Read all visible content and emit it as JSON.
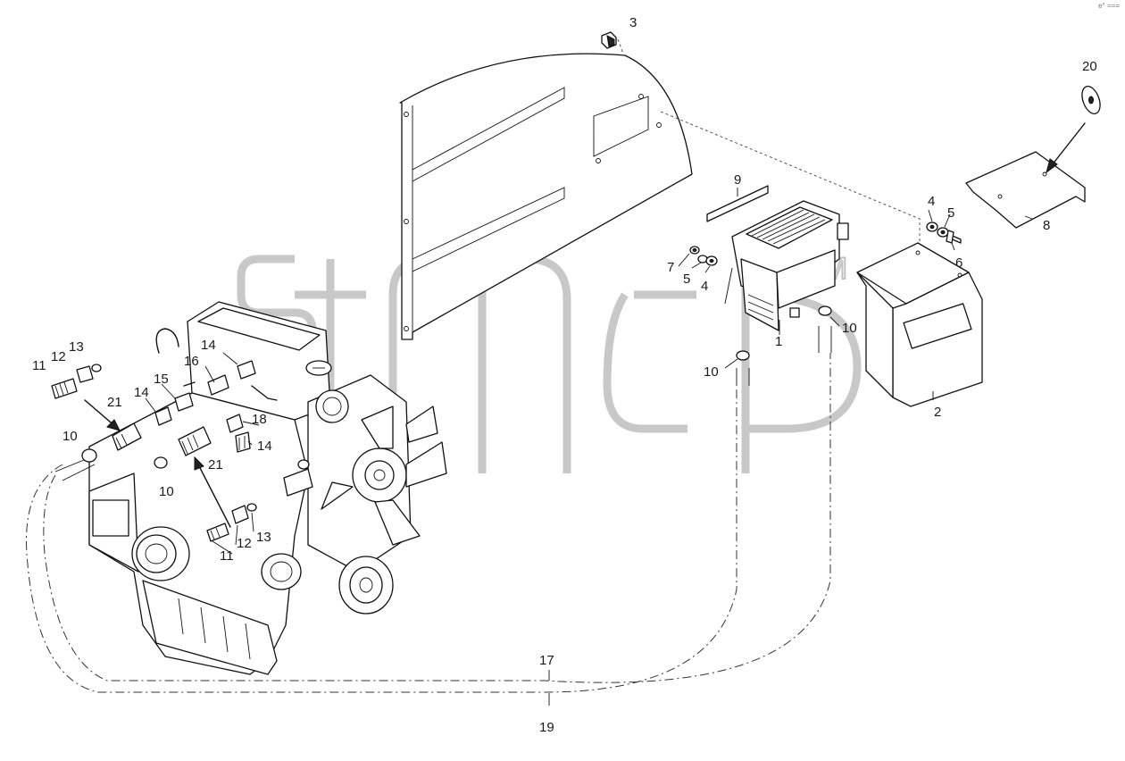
{
  "diagram": {
    "callouts": [
      {
        "id": "c1",
        "text": "1"
      },
      {
        "id": "c2",
        "text": "2"
      },
      {
        "id": "c3",
        "text": "3"
      },
      {
        "id": "c4a",
        "text": "4"
      },
      {
        "id": "c4b",
        "text": "4"
      },
      {
        "id": "c5a",
        "text": "5"
      },
      {
        "id": "c5b",
        "text": "5"
      },
      {
        "id": "c6",
        "text": "6"
      },
      {
        "id": "c7",
        "text": "7"
      },
      {
        "id": "c8",
        "text": "8"
      },
      {
        "id": "c9",
        "text": "9"
      },
      {
        "id": "c10a",
        "text": "10"
      },
      {
        "id": "c10b",
        "text": "10"
      },
      {
        "id": "c10c",
        "text": "10"
      },
      {
        "id": "c10d",
        "text": "10"
      },
      {
        "id": "c11a",
        "text": "11"
      },
      {
        "id": "c11b",
        "text": "11"
      },
      {
        "id": "c12a",
        "text": "12"
      },
      {
        "id": "c12b",
        "text": "12"
      },
      {
        "id": "c13a",
        "text": "13"
      },
      {
        "id": "c13b",
        "text": "13"
      },
      {
        "id": "c14a",
        "text": "14"
      },
      {
        "id": "c14b",
        "text": "14"
      },
      {
        "id": "c14c",
        "text": "14"
      },
      {
        "id": "c15",
        "text": "15"
      },
      {
        "id": "c16",
        "text": "16"
      },
      {
        "id": "c17",
        "text": "17"
      },
      {
        "id": "c18",
        "text": "18"
      },
      {
        "id": "c19",
        "text": "19"
      },
      {
        "id": "c20",
        "text": "20"
      },
      {
        "id": "c21a",
        "text": "21"
      },
      {
        "id": "c21b",
        "text": "21"
      }
    ],
    "watermark": {
      "text": "TM"
    },
    "corner_mark": "e° ==="
  }
}
